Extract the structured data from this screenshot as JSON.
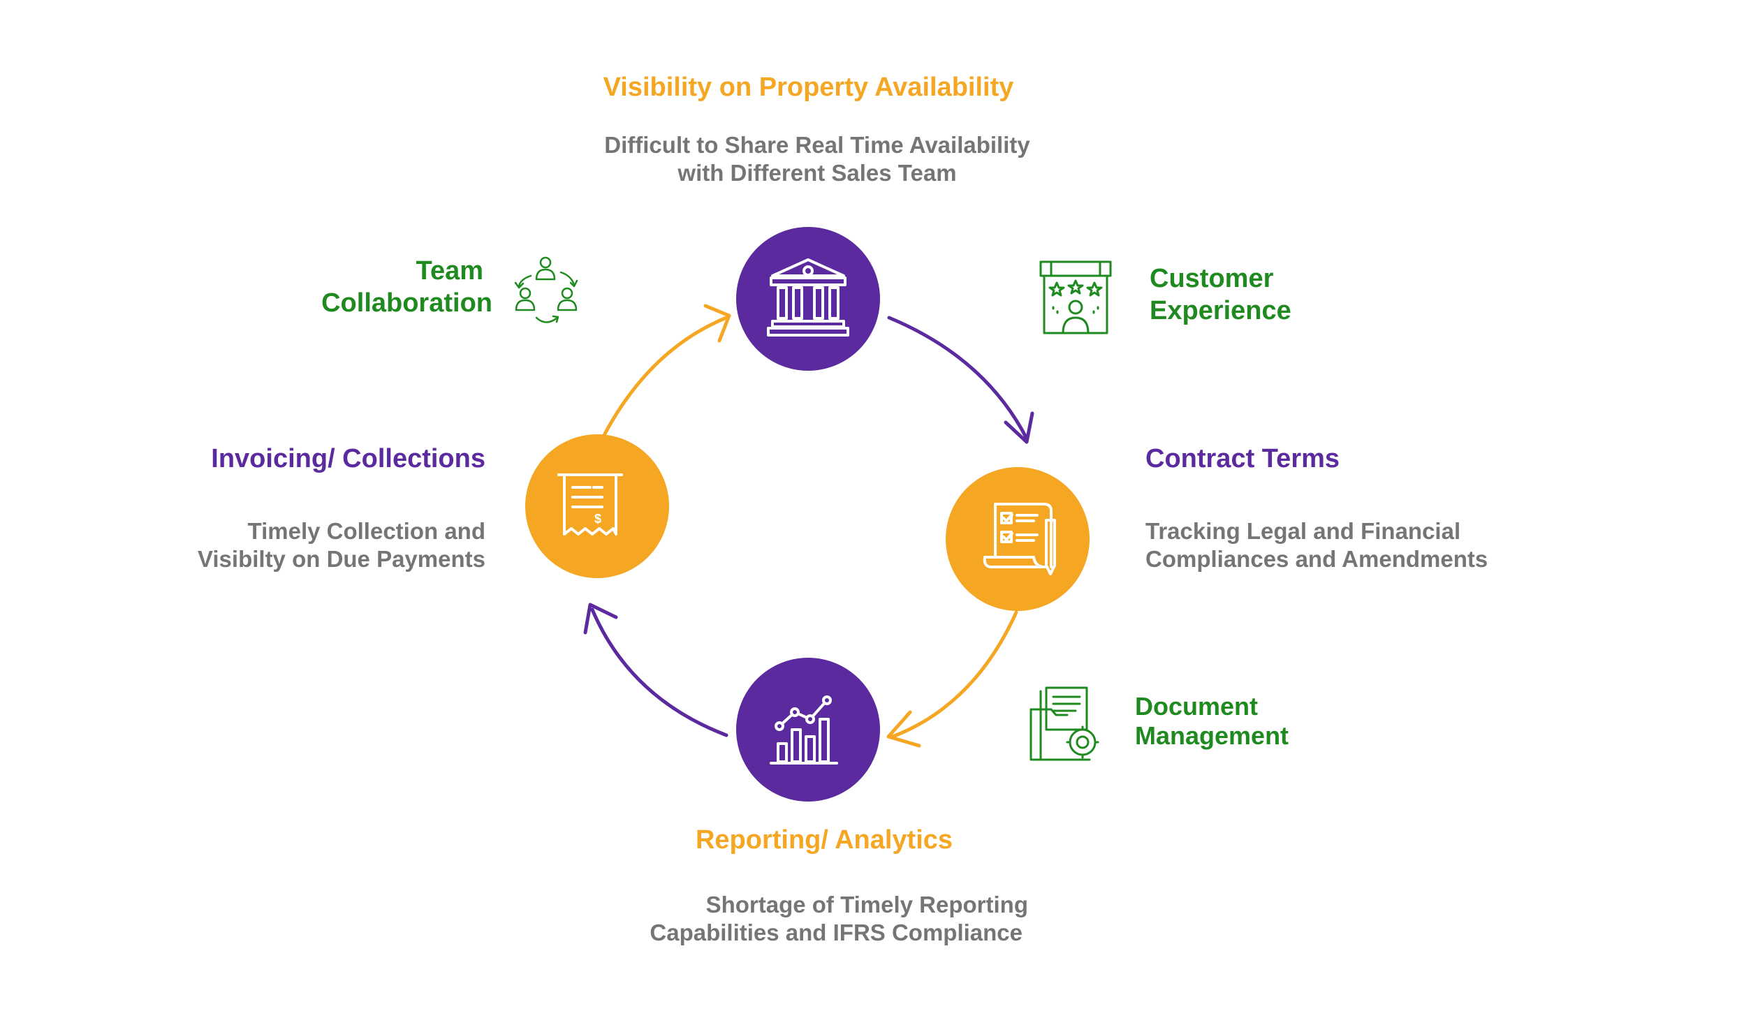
{
  "colors": {
    "orange": "#f5a623",
    "purple": "#5b2a9e",
    "green": "#1f8a1f",
    "gray": "#757575",
    "arrow_orange": "#f5a623",
    "arrow_purple": "#5b2a9e"
  },
  "nodes": {
    "property": {
      "title": "Visibility on Property Availability",
      "desc_line1": "Difficult to Share Real Time Availability",
      "desc_line2": "with Different Sales Team",
      "icon": "bank-building-icon",
      "color": "purple"
    },
    "contract": {
      "title": "Contract Terms",
      "desc_line1": "Tracking Legal and Financial",
      "desc_line2": "Compliances and Amendments",
      "icon": "contract-scroll-icon",
      "color": "orange"
    },
    "reporting": {
      "title": "Reporting/ Analytics",
      "desc_line1": "Shortage of Timely Reporting",
      "desc_line2": "Capabilities and IFRS Compliance",
      "icon": "bar-chart-trend-icon",
      "color": "purple"
    },
    "invoicing": {
      "title": "Invoicing/ Collections",
      "desc_line1": "Timely Collection and",
      "desc_line2": "Visibilty on Due Payments",
      "icon": "receipt-dollar-icon",
      "color": "orange"
    }
  },
  "side_labels": {
    "team": {
      "line1": "Team",
      "line2": "Collaboration",
      "icon": "team-collaboration-icon"
    },
    "customer": {
      "line1": "Customer",
      "line2": "Experience",
      "icon": "customer-rating-board-icon"
    },
    "document": {
      "line1": "Document",
      "line2": "Management",
      "icon": "document-folder-gear-icon"
    }
  }
}
